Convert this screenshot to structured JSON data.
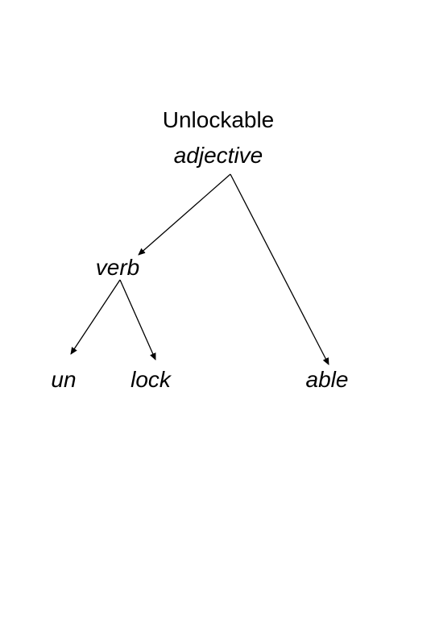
{
  "tree": {
    "root": {
      "word": "Unlockable",
      "category": "adjective"
    },
    "nodes": [
      {
        "id": "verb",
        "label": "verb"
      },
      {
        "id": "un",
        "label": "un"
      },
      {
        "id": "lock",
        "label": "lock"
      },
      {
        "id": "able",
        "label": "able"
      }
    ],
    "edges": [
      {
        "from": "adjective",
        "to": "verb"
      },
      {
        "from": "adjective",
        "to": "able"
      },
      {
        "from": "verb",
        "to": "un"
      },
      {
        "from": "verb",
        "to": "lock"
      }
    ]
  },
  "colors": {
    "ink": "#000000",
    "background": "#ffffff"
  }
}
